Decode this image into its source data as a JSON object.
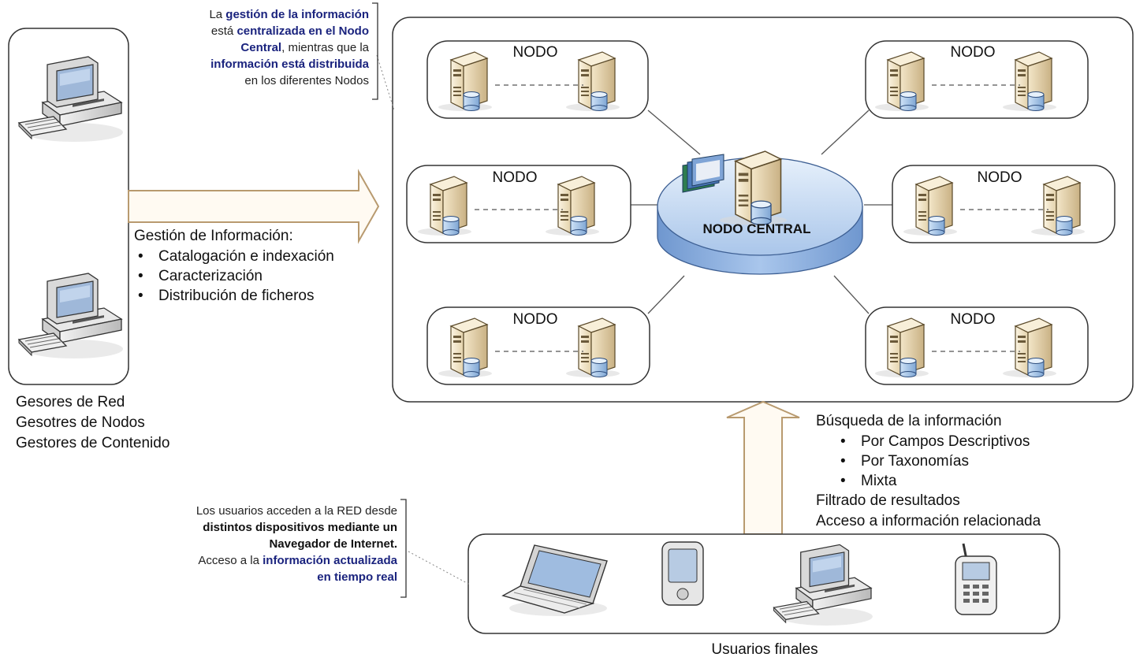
{
  "callout_top": {
    "l1a": "La ",
    "l1b": "gestión de la información",
    "l2a": "está ",
    "l2b": "centralizada en el Nodo",
    "l3a": "Central",
    "l3b": ", mientras que la",
    "l4": "información está distribuida",
    "l5": "en los diferentes Nodos"
  },
  "management": {
    "title": "Gestión de Información:",
    "items": [
      "Catalogación e indexación",
      "Caracterización",
      "Distribución de ficheros"
    ]
  },
  "roles": [
    "Gesores de Red",
    "Gesotres de Nodos",
    "Gestores de Contenido"
  ],
  "nodes": [
    "NODO",
    "NODO",
    "NODO",
    "NODO",
    "NODO",
    "NODO"
  ],
  "central_node": "NODO CENTRAL",
  "search": {
    "title": "Búsqueda de la información",
    "items": [
      "Por Campos Descriptivos",
      "Por Taxonomías",
      "Mixta"
    ],
    "extra1": "Filtrado de resultados",
    "extra2": "Acceso a información relacionada"
  },
  "callout_bottom": {
    "l1": "Los usuarios acceden a la RED desde",
    "l2": "distintos dispositivos mediante un",
    "l3": "Navegador de Internet.",
    "l4a": "Acceso a la ",
    "l4b": "información actualizada",
    "l5": "en tiempo real"
  },
  "end_users": "Usuarios finales",
  "icons": [
    "desktop-computer-icon",
    "server-icon",
    "database-icon",
    "laptop-icon",
    "pda-icon",
    "mobile-phone-icon",
    "window-stack-icon"
  ],
  "colors": {
    "arrow_fill": "#fffaf2",
    "arrow_stroke": "#b89a6f",
    "central_top": "#cfe0f4",
    "central_side": "#8fb1de",
    "callout_text": "#1a237e"
  }
}
